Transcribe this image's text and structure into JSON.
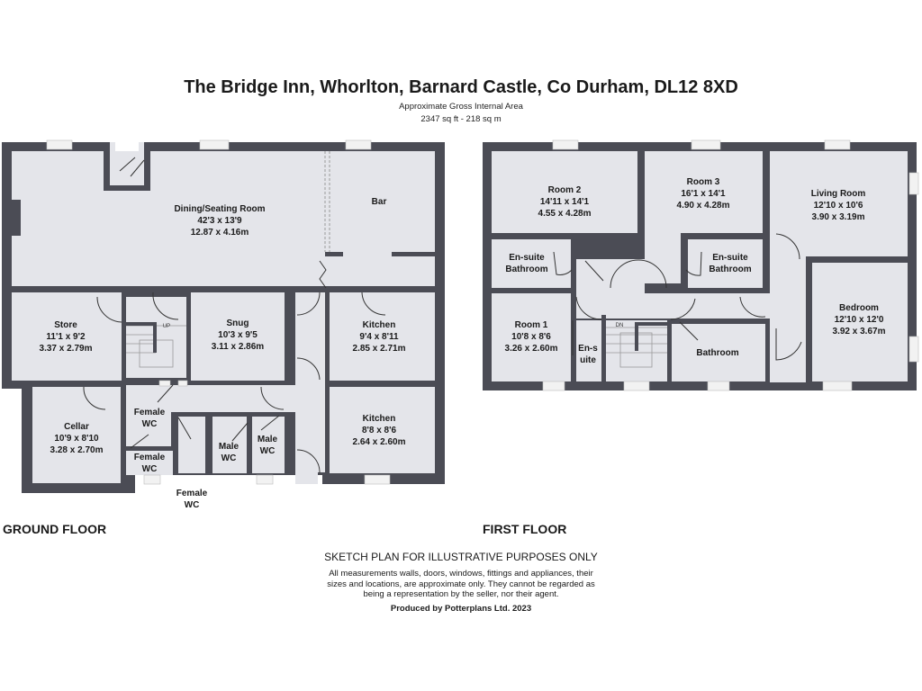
{
  "header": {
    "title": "The Bridge Inn, Whorlton, Barnard Castle, Co Durham, DL12 8XD",
    "area_label": "Approximate Gross Internal Area",
    "area_value": "2347 sq ft - 218 sq m"
  },
  "colors": {
    "wall": "#4b4c55",
    "floor": "#e4e5ea",
    "background": "#ffffff",
    "window": "#f2f2f2"
  },
  "ground_floor": {
    "label": "GROUND FLOOR",
    "rooms": [
      {
        "name": "Dining/Seating Room",
        "imperial": "42'3 x 13'9",
        "metric": "12.87 x 4.16m"
      },
      {
        "name": "Bar"
      },
      {
        "name": "Store",
        "imperial": "11'1 x 9'2",
        "metric": "3.37 x 2.79m"
      },
      {
        "name": "Snug",
        "imperial": "10'3 x 9'5",
        "metric": "3.11 x 2.86m"
      },
      {
        "name": "Kitchen",
        "imperial": "9'4 x 8'11",
        "metric": "2.85 x 2.71m"
      },
      {
        "name": "Cellar",
        "imperial": "10'9 x 8'10",
        "metric": "3.28 x 2.70m"
      },
      {
        "name": "Female WC"
      },
      {
        "name": "Female WC"
      },
      {
        "name": "Female WC"
      },
      {
        "name": "Male WC"
      },
      {
        "name": "Male WC"
      },
      {
        "name": "Kitchen",
        "imperial": "8'8 x 8'6",
        "metric": "2.64 x 2.60m"
      }
    ],
    "stairs_label": "UP"
  },
  "first_floor": {
    "label": "FIRST FLOOR",
    "rooms": [
      {
        "name": "Room 2",
        "imperial": "14'11 x 14'1",
        "metric": "4.55 x 4.28m"
      },
      {
        "name": "Room 3",
        "imperial": "16'1 x 14'1",
        "metric": "4.90 x 4.28m"
      },
      {
        "name": "Living Room",
        "imperial": "12'10 x 10'6",
        "metric": "3.90 x 3.19m"
      },
      {
        "name": "En-suite Bathroom"
      },
      {
        "name": "En-suite Bathroom"
      },
      {
        "name": "Room 1",
        "imperial": "10'8 x 8'6",
        "metric": "3.26 x 2.60m"
      },
      {
        "name": "En-suite"
      },
      {
        "name": "Bathroom"
      },
      {
        "name": "Bedroom",
        "imperial": "12'10 x 12'0",
        "metric": "3.92 x 3.67m"
      }
    ],
    "stairs_label": "DN"
  },
  "footer": {
    "heading": "SKETCH PLAN FOR ILLUSTRATIVE PURPOSES ONLY",
    "disclaimer_line1": "All measurements walls, doors, windows, fittings and appliances, their",
    "disclaimer_line2": "sizes and locations, are approximate only. They cannot be regarded as",
    "disclaimer_line3": "being a representation by the seller, nor their agent.",
    "produced_by": "Produced by Potterplans Ltd. 2023"
  }
}
